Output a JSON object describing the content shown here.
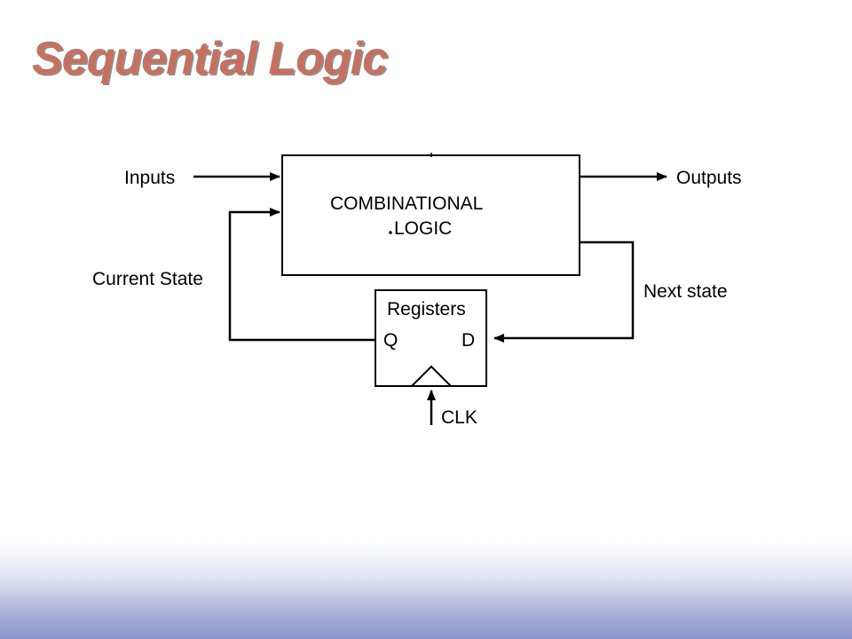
{
  "slide": {
    "title": "Sequential Logic",
    "colors": {
      "title": "#c8705f",
      "title_shadow": "#8e8e8e",
      "footer_gradient": [
        "#ffffff",
        "#8e94cc"
      ],
      "diagram_ink": "#000000"
    }
  },
  "diagram": {
    "combinational_block": {
      "line1": "COMBINATIONAL",
      "line2": "LOGIC"
    },
    "register_block": {
      "title": "Registers",
      "q_pin": "Q",
      "d_pin": "D"
    },
    "labels": {
      "inputs": "Inputs",
      "outputs": "Outputs",
      "current_state": "Current State",
      "next_state": "Next state",
      "clk": "CLK"
    }
  }
}
